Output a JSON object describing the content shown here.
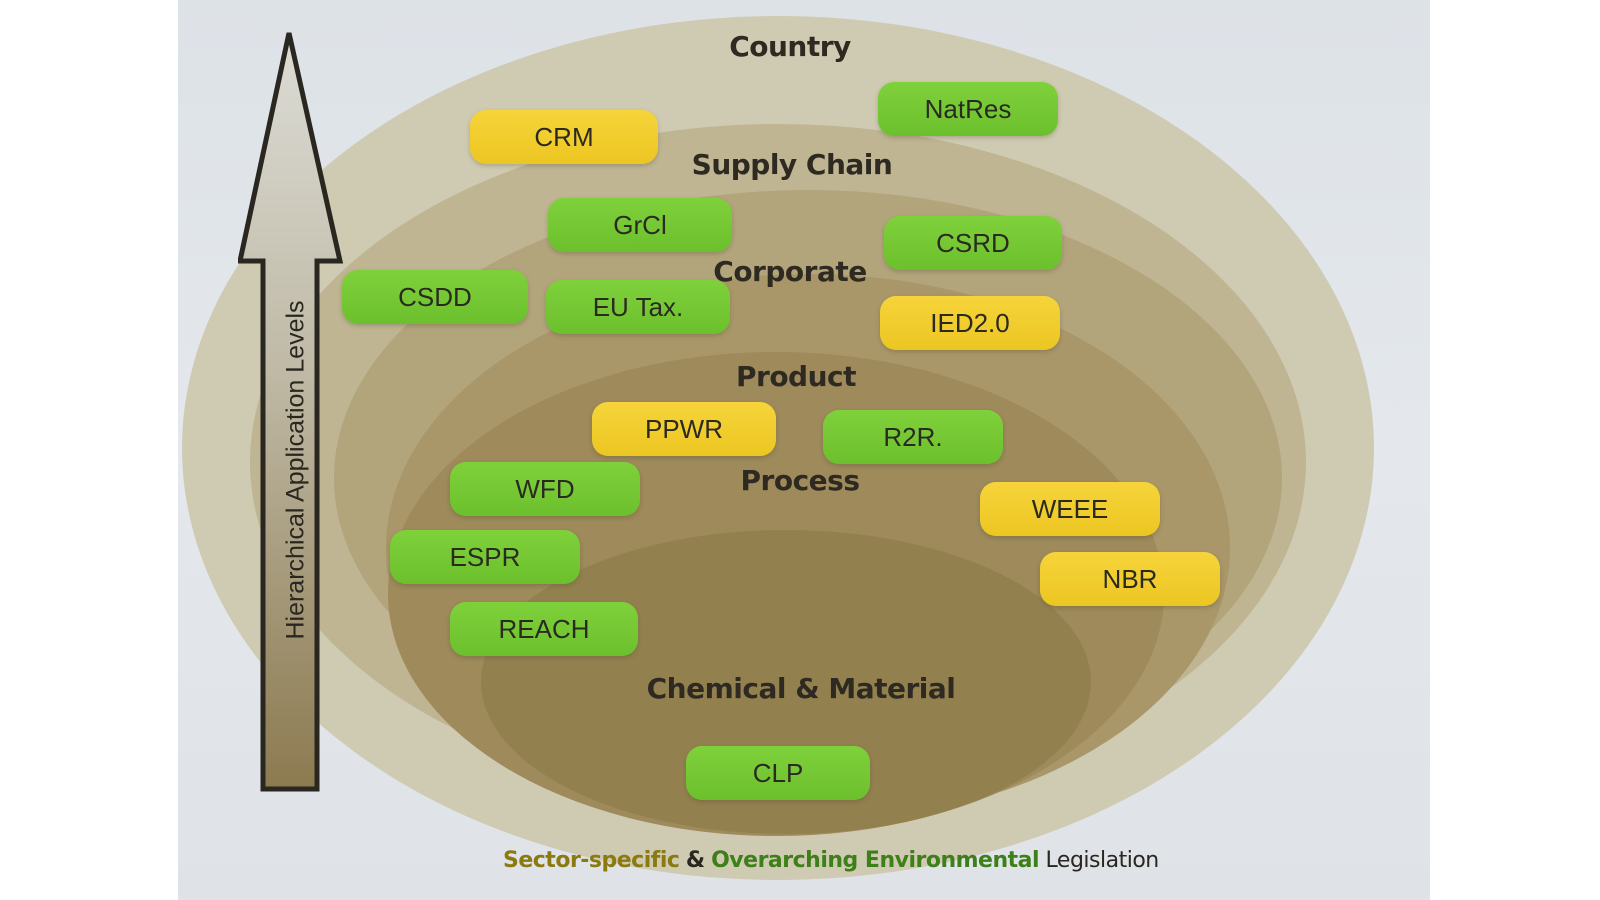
{
  "diagram": {
    "levels": [
      {
        "id": "country",
        "label": "Country"
      },
      {
        "id": "supply-chain",
        "label": "Supply Chain"
      },
      {
        "id": "corporate",
        "label": "Corporate"
      },
      {
        "id": "product",
        "label": "Product"
      },
      {
        "id": "process",
        "label": "Process"
      },
      {
        "id": "chemical-material",
        "label": "Chemical & Material"
      }
    ],
    "legislation": [
      {
        "label": "NatRes",
        "color": "green"
      },
      {
        "label": "CRM",
        "color": "yellow"
      },
      {
        "label": "GrCl",
        "color": "green"
      },
      {
        "label": "CSRD",
        "color": "green"
      },
      {
        "label": "CSDD",
        "color": "green"
      },
      {
        "label": "EU Tax.",
        "color": "green"
      },
      {
        "label": "IED2.0",
        "color": "yellow"
      },
      {
        "label": "PPWR",
        "color": "yellow"
      },
      {
        "label": "R2R.",
        "color": "green"
      },
      {
        "label": "WFD",
        "color": "green"
      },
      {
        "label": "WEEE",
        "color": "yellow"
      },
      {
        "label": "ESPR",
        "color": "green"
      },
      {
        "label": "NBR",
        "color": "yellow"
      },
      {
        "label": "REACH",
        "color": "green"
      },
      {
        "label": "CLP",
        "color": "green"
      }
    ],
    "arrow_label": "Hierarchical Application Levels",
    "footer": {
      "part1": "Sector-specific",
      "part2": "&",
      "part3": "Overarching Environmental",
      "part4": "Legislation"
    },
    "colors": {
      "green": "#74c833",
      "yellow": "#f0cb2a",
      "ring_outer": "#c9c4ab",
      "ring_inner": "#8e7a4e"
    }
  }
}
